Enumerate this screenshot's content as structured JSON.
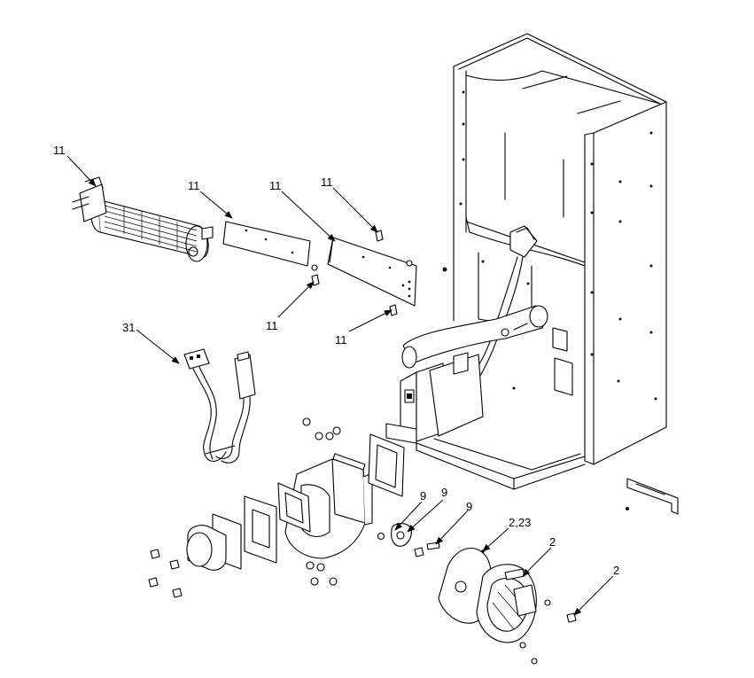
{
  "callouts": {
    "blower_fan": "11",
    "bracket_left": "11",
    "bracket_right": "11",
    "screw_top": "11",
    "screw_lower_left": "11",
    "screw_lower_right": "11",
    "wire_harness": "31",
    "part_9_a": "9",
    "part_9_b": "9",
    "part_9_c": "9",
    "gasket_plate": "2,23",
    "combustion_blower": "2",
    "screw_right": "2"
  }
}
